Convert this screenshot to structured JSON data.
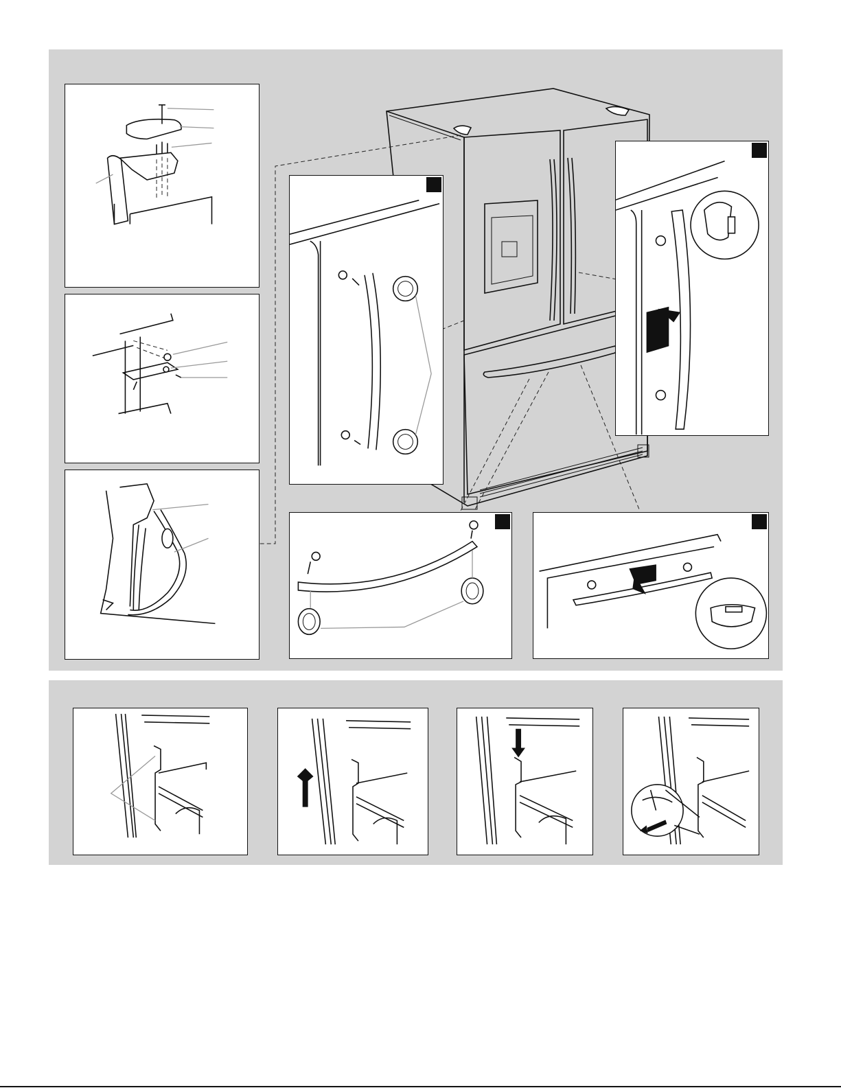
{
  "page": {
    "background": "#ffffff",
    "band_color": "#d3d3d3",
    "line_color": "#111111",
    "callout_color": "#999999"
  },
  "figures": {
    "top_band": {
      "panels": [
        {
          "name": "hinge-cover-detail",
          "icon": "hinge-screws-illustration"
        },
        {
          "name": "hinge-bracket-detail",
          "icon": "door-stop-screws-illustration"
        },
        {
          "name": "water-line-detail",
          "icon": "water-connector-illustration"
        },
        {
          "name": "refrigerator-overview",
          "icon": "french-door-refrigerator-illustration"
        },
        {
          "name": "fridge-handle-install",
          "icon": "door-handle-mounting-illustration",
          "has_tag": true
        },
        {
          "name": "fridge-handle-setscrew",
          "icon": "handle-setscrew-allen-key-illustration",
          "has_tag": true
        },
        {
          "name": "freezer-handle-install",
          "icon": "drawer-handle-mounting-illustration",
          "has_tag": true
        },
        {
          "name": "freezer-handle-setscrew",
          "icon": "drawer-handle-setscrew-illustration",
          "has_tag": true
        }
      ]
    },
    "bottom_band": {
      "panels": [
        {
          "name": "drawer-rail-step-1",
          "icon": "drawer-rail-callout-illustration"
        },
        {
          "name": "drawer-rail-step-2",
          "icon": "drawer-lift-up-arrow-illustration"
        },
        {
          "name": "drawer-rail-step-3",
          "icon": "drawer-push-down-arrow-illustration"
        },
        {
          "name": "drawer-rail-step-4",
          "icon": "drawer-release-clip-illustration"
        }
      ]
    }
  }
}
